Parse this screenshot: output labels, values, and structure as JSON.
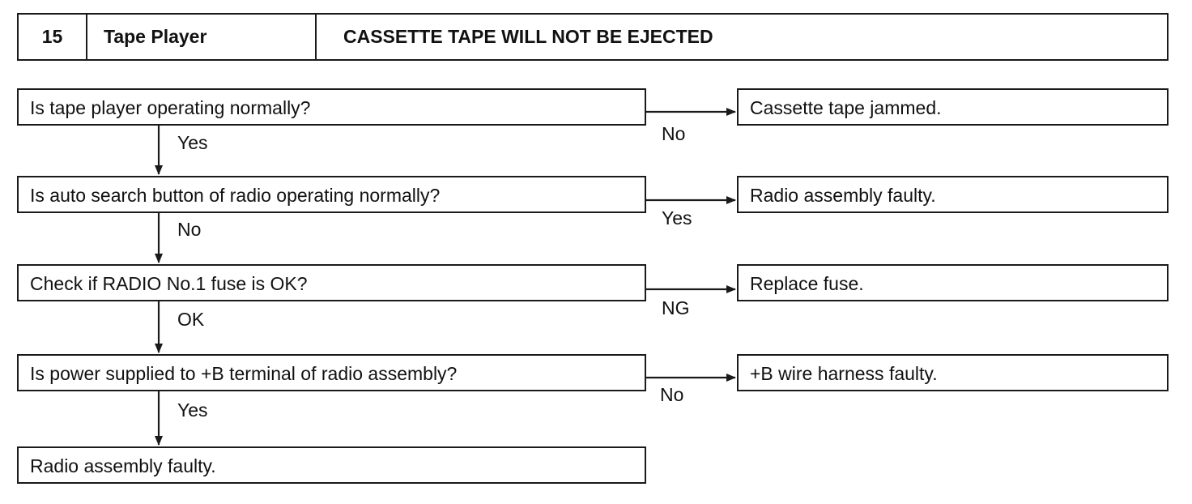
{
  "header": {
    "number": "15",
    "system": "Tape Player",
    "title": "CASSETTE TAPE WILL NOT BE EJECTED"
  },
  "steps": [
    {
      "question": "Is tape player operating normally?",
      "down_label": "Yes",
      "side_label": "No",
      "side_result": "Cassette tape jammed."
    },
    {
      "question": "Is auto search button of radio operating normally?",
      "down_label": "No",
      "side_label": "Yes",
      "side_result": "Radio assembly faulty."
    },
    {
      "question": "Check if RADIO No.1 fuse is OK?",
      "down_label": "OK",
      "side_label": "NG",
      "side_result": "Replace fuse."
    },
    {
      "question": "Is power supplied to +B terminal of radio assembly?",
      "down_label": "Yes",
      "side_label": "No",
      "side_result": "+B wire harness faulty."
    }
  ],
  "final_result": "Radio assembly faulty."
}
